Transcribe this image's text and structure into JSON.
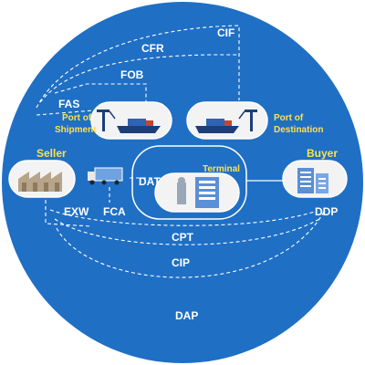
{
  "terms": {
    "cif": "CIF",
    "cfr": "CFR",
    "fob": "FOB",
    "fas": "FAS",
    "exw": "EXW",
    "fca": "FCA",
    "dat": "DAT",
    "ddp": "DDP",
    "cpt": "CPT",
    "cip": "CIP",
    "dap": "DAP"
  },
  "places": {
    "seller": "Seller",
    "buyer": "Buyer",
    "terminal": "Terminal",
    "port_shipment_line1": "Port of",
    "port_shipment_line2": "Shipment",
    "port_destination_line1": "Port of",
    "port_destination_line2": "Destination"
  },
  "colors": {
    "circle_blue": "#1f6fc5",
    "label_white": "#ffffff",
    "label_yellow": "#ffe14a",
    "box_fill": "#f3f3f3",
    "ship_navy": "#1c3f7a"
  },
  "icons": [
    "factory-icon",
    "truck-icon",
    "cargo-ship-icon",
    "harbor-crane-icon",
    "terminal-building-icon",
    "office-building-icon"
  ]
}
